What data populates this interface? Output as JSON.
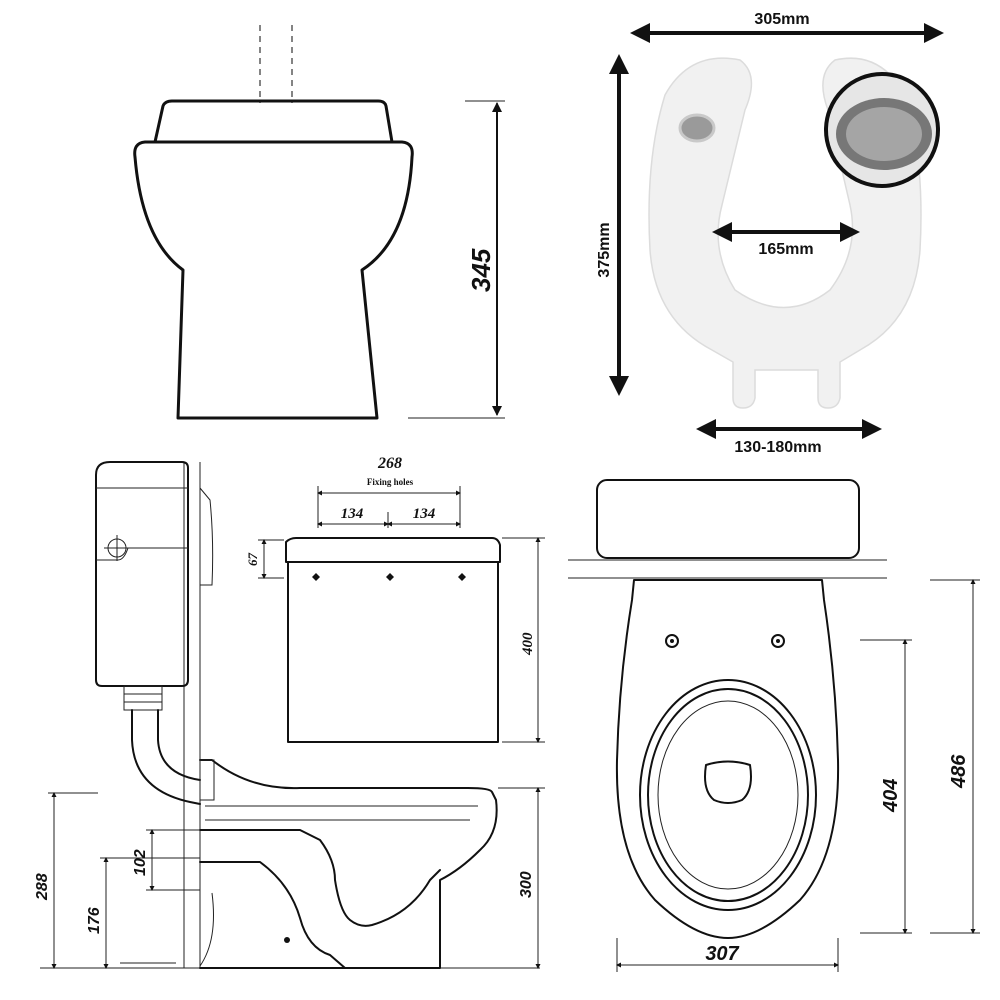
{
  "diagram": {
    "front_view": {
      "height_label": "345"
    },
    "seat_photo": {
      "width_label": "305mm",
      "height_label": "375mm",
      "opening_label": "165mm",
      "hinge_label": "130-180mm"
    },
    "side_view": {
      "cistern_width_label": "268",
      "fixing_holes_label": "Fixing holes",
      "hole_spacing_left": "134",
      "hole_spacing_right": "134",
      "lid_height_label": "67",
      "cistern_height_label": "400",
      "outlet_height_label": "102",
      "total_height_label": "288",
      "floor_outlet_label": "176",
      "bowl_height_label": "300"
    },
    "top_view": {
      "inner_length_label": "404",
      "total_length_label": "486",
      "width_label": "307"
    },
    "colors": {
      "line": "#111111",
      "seat": "#f1f1f1",
      "hinge_pad": "#9a9a9a"
    }
  }
}
